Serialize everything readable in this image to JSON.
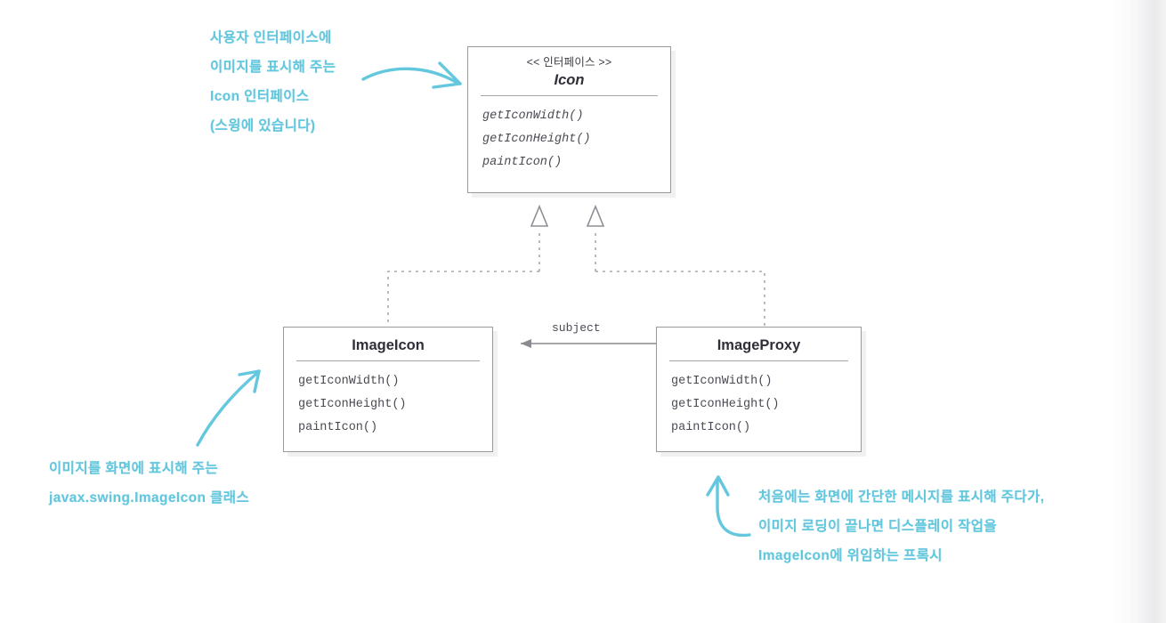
{
  "diagram": {
    "title": "Proxy pattern UML class diagram",
    "accent_color": "#62c6dd",
    "box_border_color": "#9a9a9e",
    "text_color": "#4a4a54"
  },
  "classes": {
    "icon": {
      "stereotype": "<< 인터페이스 >>",
      "name": "Icon",
      "methods": [
        "getIconWidth()",
        "getIconHeight()",
        "paintIcon()"
      ]
    },
    "image_icon": {
      "name": "ImageIcon",
      "methods": [
        "getIconWidth()",
        "getIconHeight()",
        "paintIcon()"
      ]
    },
    "image_proxy": {
      "name": "ImageProxy",
      "methods": [
        "getIconWidth()",
        "getIconHeight()",
        "paintIcon()"
      ]
    }
  },
  "relationships": {
    "association_label": "subject"
  },
  "annotations": {
    "top_left": {
      "line1": "사용자 인터페이스에",
      "line2": "이미지를 표시해 주는",
      "line3": "Icon 인터페이스",
      "line4": "(스윙에 있습니다)"
    },
    "bottom_left": {
      "line1": "이미지를 화면에 표시해 주는",
      "line2": "javax.swing.ImageIcon 클래스"
    },
    "bottom_right": {
      "line1": "처음에는 화면에 간단한 메시지를 표시해 주다가,",
      "line2": "이미지 로딩이 끝나면 디스플레이 작업을",
      "line3": "ImageIcon에 위임하는 프록시"
    }
  }
}
